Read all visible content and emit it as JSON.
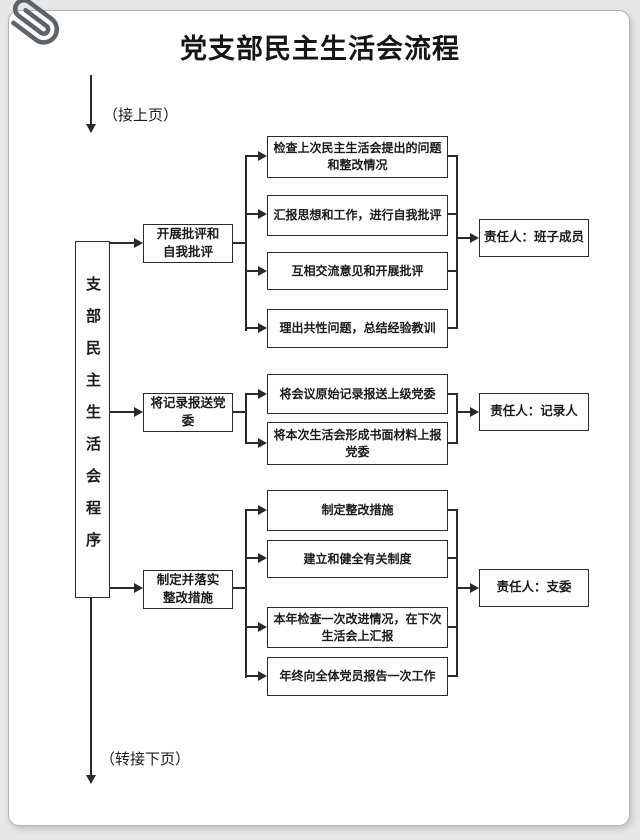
{
  "page": {
    "title": "党支部民主生活会流程",
    "top_note": "（接上页）",
    "bottom_note": "（转接下页）"
  },
  "spine": {
    "text": "支部民主生活会程序"
  },
  "groups": [
    {
      "stage": "开展批评和\n自我批评",
      "steps": [
        "检查上次民主生活会提出的问题\n和整改情况",
        "汇报思想和工作，进行自我批评",
        "互相交流意见和开展批评",
        "理出共性问题，总结经验教训"
      ],
      "owner": "责任人：班子成员"
    },
    {
      "stage": "将记录报送党\n委",
      "steps": [
        "将会议原始记录报送上级党委",
        "将本次生活会形成书面材料上报\n党委"
      ],
      "owner": "责任人：记录人"
    },
    {
      "stage": "制定并落实\n整改措施",
      "steps": [
        "制定整改措施",
        "建立和健全有关制度",
        "本年检查一次改进情况，在下次\n生活会上汇报",
        "年终向全体党员报告一次工作"
      ],
      "owner": "责任人：支委"
    }
  ],
  "colors": {
    "ink": "#2b2b2b",
    "paper": "#ffffff",
    "canvas": "#e7e7e7",
    "page_border": "#b3b3b3",
    "paperclip": "#5c636b"
  }
}
